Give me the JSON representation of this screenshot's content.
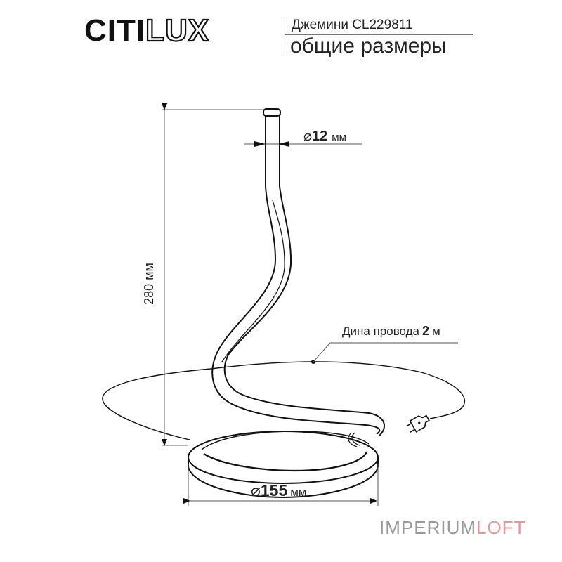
{
  "header": {
    "brand_solid": "CITI",
    "brand_outline": "LUX",
    "model": "Джемини CL229811",
    "subtitle": "общие размеры"
  },
  "dimensions": {
    "stem_diameter_symbol": "⌀",
    "stem_diameter_value": "12",
    "stem_diameter_unit": "мм",
    "height_value": "280",
    "height_unit": "мм",
    "height_label": "280 мм",
    "base_diameter_symbol": "⌀",
    "base_diameter_value": "155",
    "base_diameter_unit": "мм"
  },
  "cable": {
    "label_prefix": "Дина провода",
    "length_value": "2",
    "length_unit": "м"
  },
  "icons": {
    "plug": "power-plug-icon",
    "diameter": "diameter-symbol"
  },
  "watermark": {
    "part1": "IMPERIUM",
    "part2": "LOFT",
    "color1": "#9a9a9a",
    "color2": "#e49a9a"
  },
  "colors": {
    "line": "#111111",
    "dimension_line": "#555555",
    "background": "#ffffff"
  }
}
